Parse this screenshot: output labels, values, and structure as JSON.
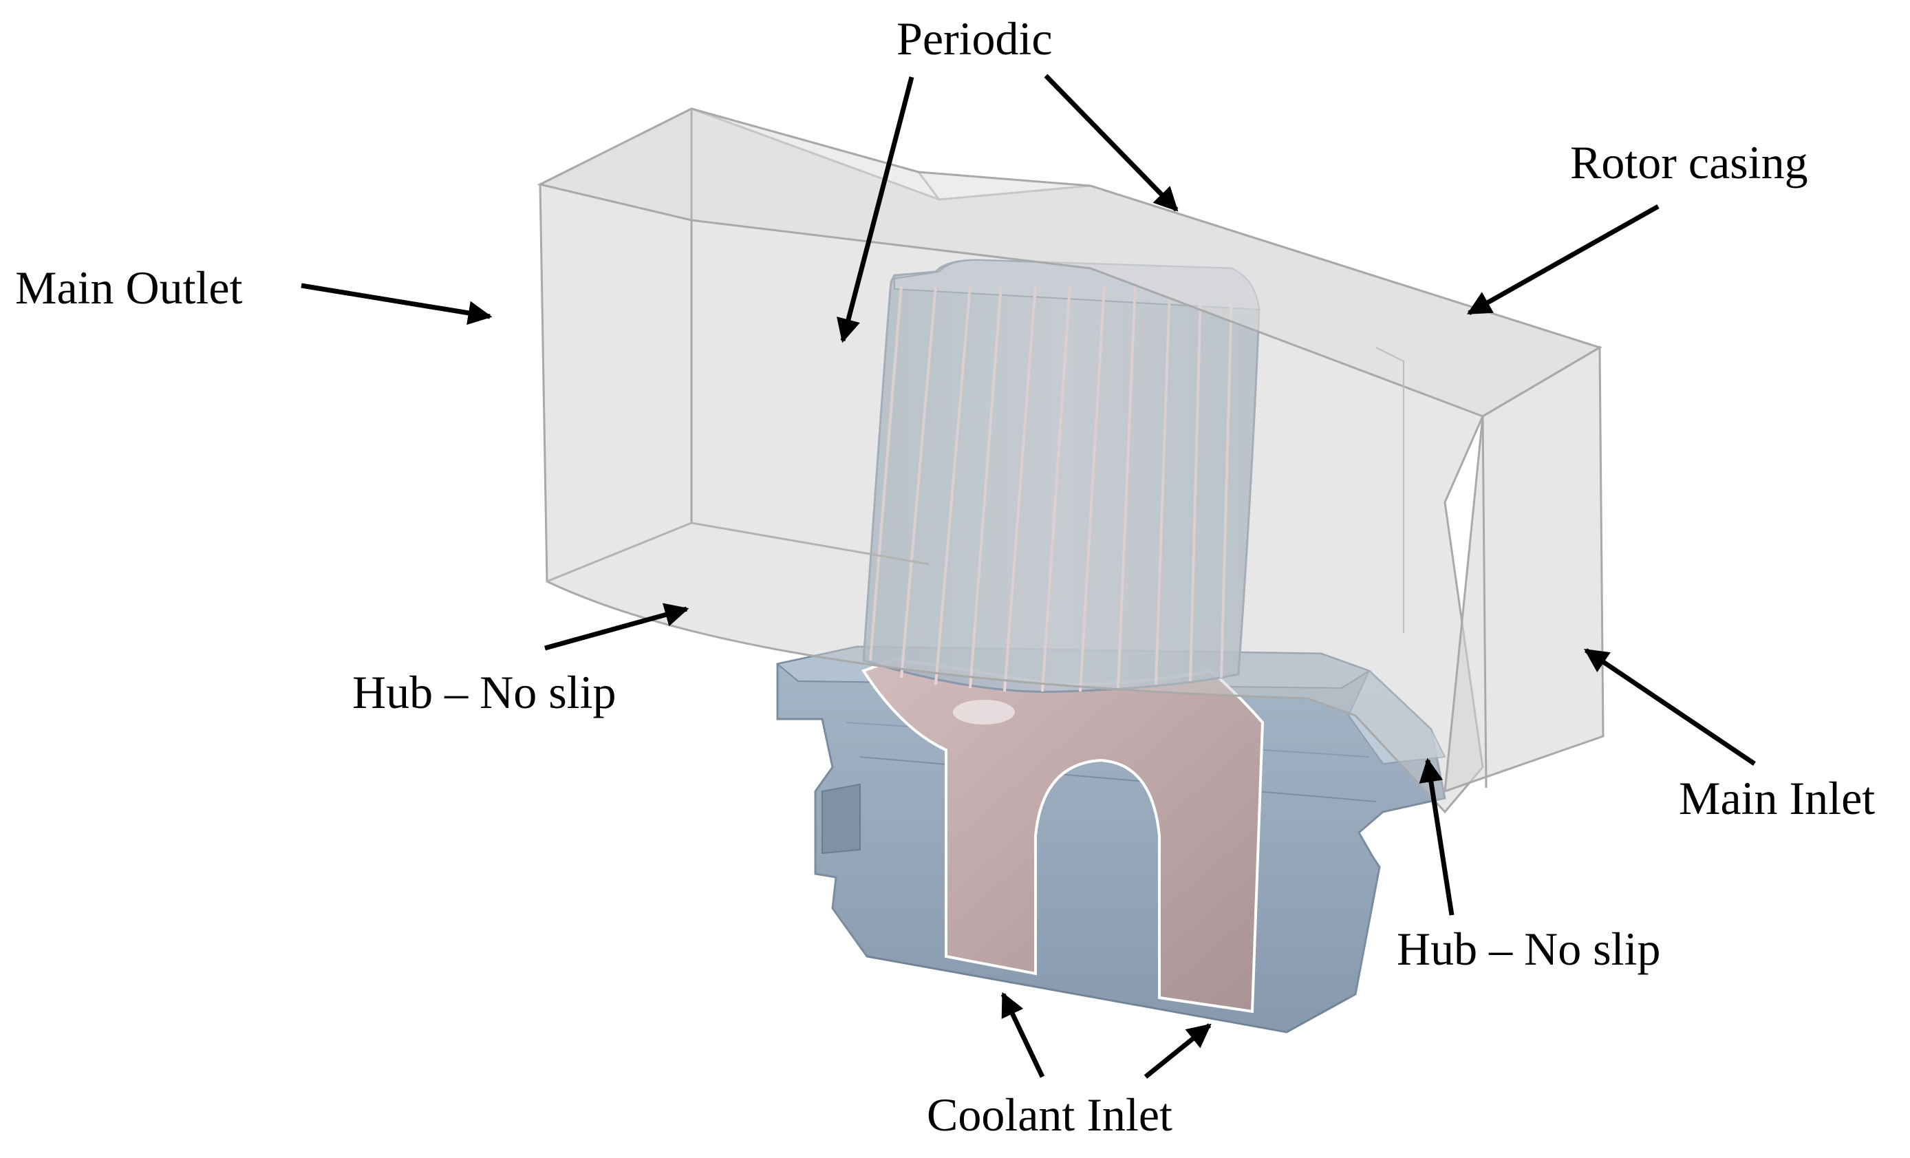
{
  "diagram": {
    "labels": {
      "periodic": "Periodic",
      "rotor_casing": "Rotor casing",
      "main_outlet": "Main Outlet",
      "hub_left": "Hub – No slip",
      "main_inlet": "Main Inlet",
      "hub_right": "Hub – No slip",
      "coolant_inlet": "Coolant Inlet"
    },
    "colors": {
      "casing_fill": "#cfcfcf",
      "casing_edge": "#a8a8a8",
      "hub_body": "#93a7ba",
      "blade_fill": "#a9b6c5",
      "cooling_channel": "#c0a7a9",
      "arrow": "#000000"
    }
  }
}
